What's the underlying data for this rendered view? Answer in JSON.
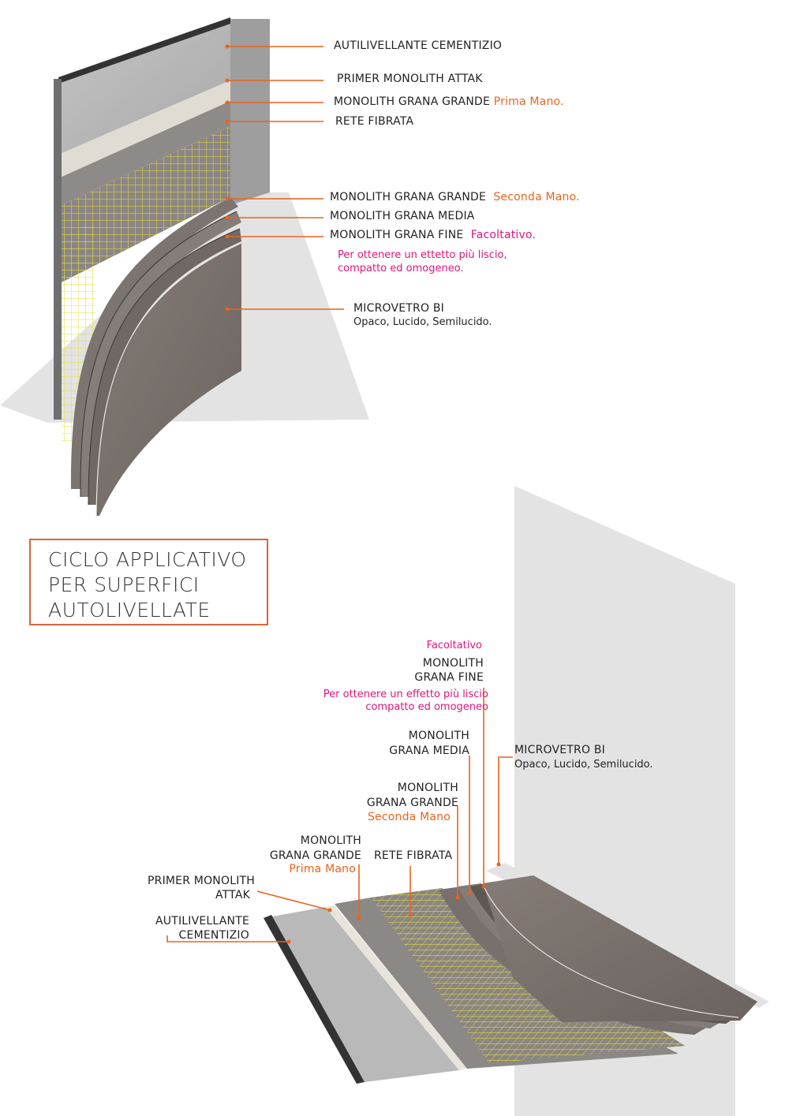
{
  "title": {
    "lines": [
      "CICLO APPLICATIVO",
      "PER SUPERFICI",
      "AUTOLIVELLATE"
    ]
  },
  "wall": {
    "autolivellante": "AUTILIVELLANTE CEMENTIZIO",
    "primer": "PRIMER MONOLITH ATTAK",
    "grana_grande_1": "MONOLITH GRANA GRANDE",
    "grana_grande_1_note": "Prima Mano.",
    "rete": "RETE FIBRATA",
    "grana_grande_2": "MONOLITH GRANA GRANDE",
    "grana_grande_2_note": "Seconda Mano.",
    "grana_media": "MONOLITH GRANA MEDIA",
    "grana_fine": "MONOLITH GRANA FINE",
    "grana_fine_note": "Facoltativo.",
    "grana_fine_desc_1": "Per ottenere un ettetto più liscio,",
    "grana_fine_desc_2": "compatto ed omogeneo.",
    "microvetro": "MICROVETRO BI",
    "microvetro_sub": "Opaco, Lucido, Semilucido."
  },
  "floor": {
    "facoltativo": "Facoltativo",
    "fine_1": "MONOLITH",
    "fine_2": "GRANA FINE",
    "fine_desc_1": "Per ottenere un effetto più liscio",
    "fine_desc_2": "compatto ed omogeneo",
    "media_1": "MONOLITH",
    "media_2": "GRANA MEDIA",
    "grande2_1": "MONOLITH",
    "grande2_2": "GRANA GRANDE",
    "grande2_note": "Seconda Mano",
    "grande1_1": "MONOLITH",
    "grande1_2": "GRANA GRANDE",
    "grande1_note": "Prima Mano",
    "rete": "RETE FIBRATA",
    "primer_1": "PRIMER MONOLITH",
    "primer_2": "ATTAK",
    "autolivellante_1": "AUTILIVELLANTE",
    "autolivellante_2": "CEMENTIZIO",
    "microvetro": "MICROVETRO BI",
    "microvetro_sub": "Opaco, Lucido, Semilucido."
  },
  "colors": {
    "accent": "#e8641e",
    "note": "#e0167a",
    "border": "#d9643a"
  }
}
